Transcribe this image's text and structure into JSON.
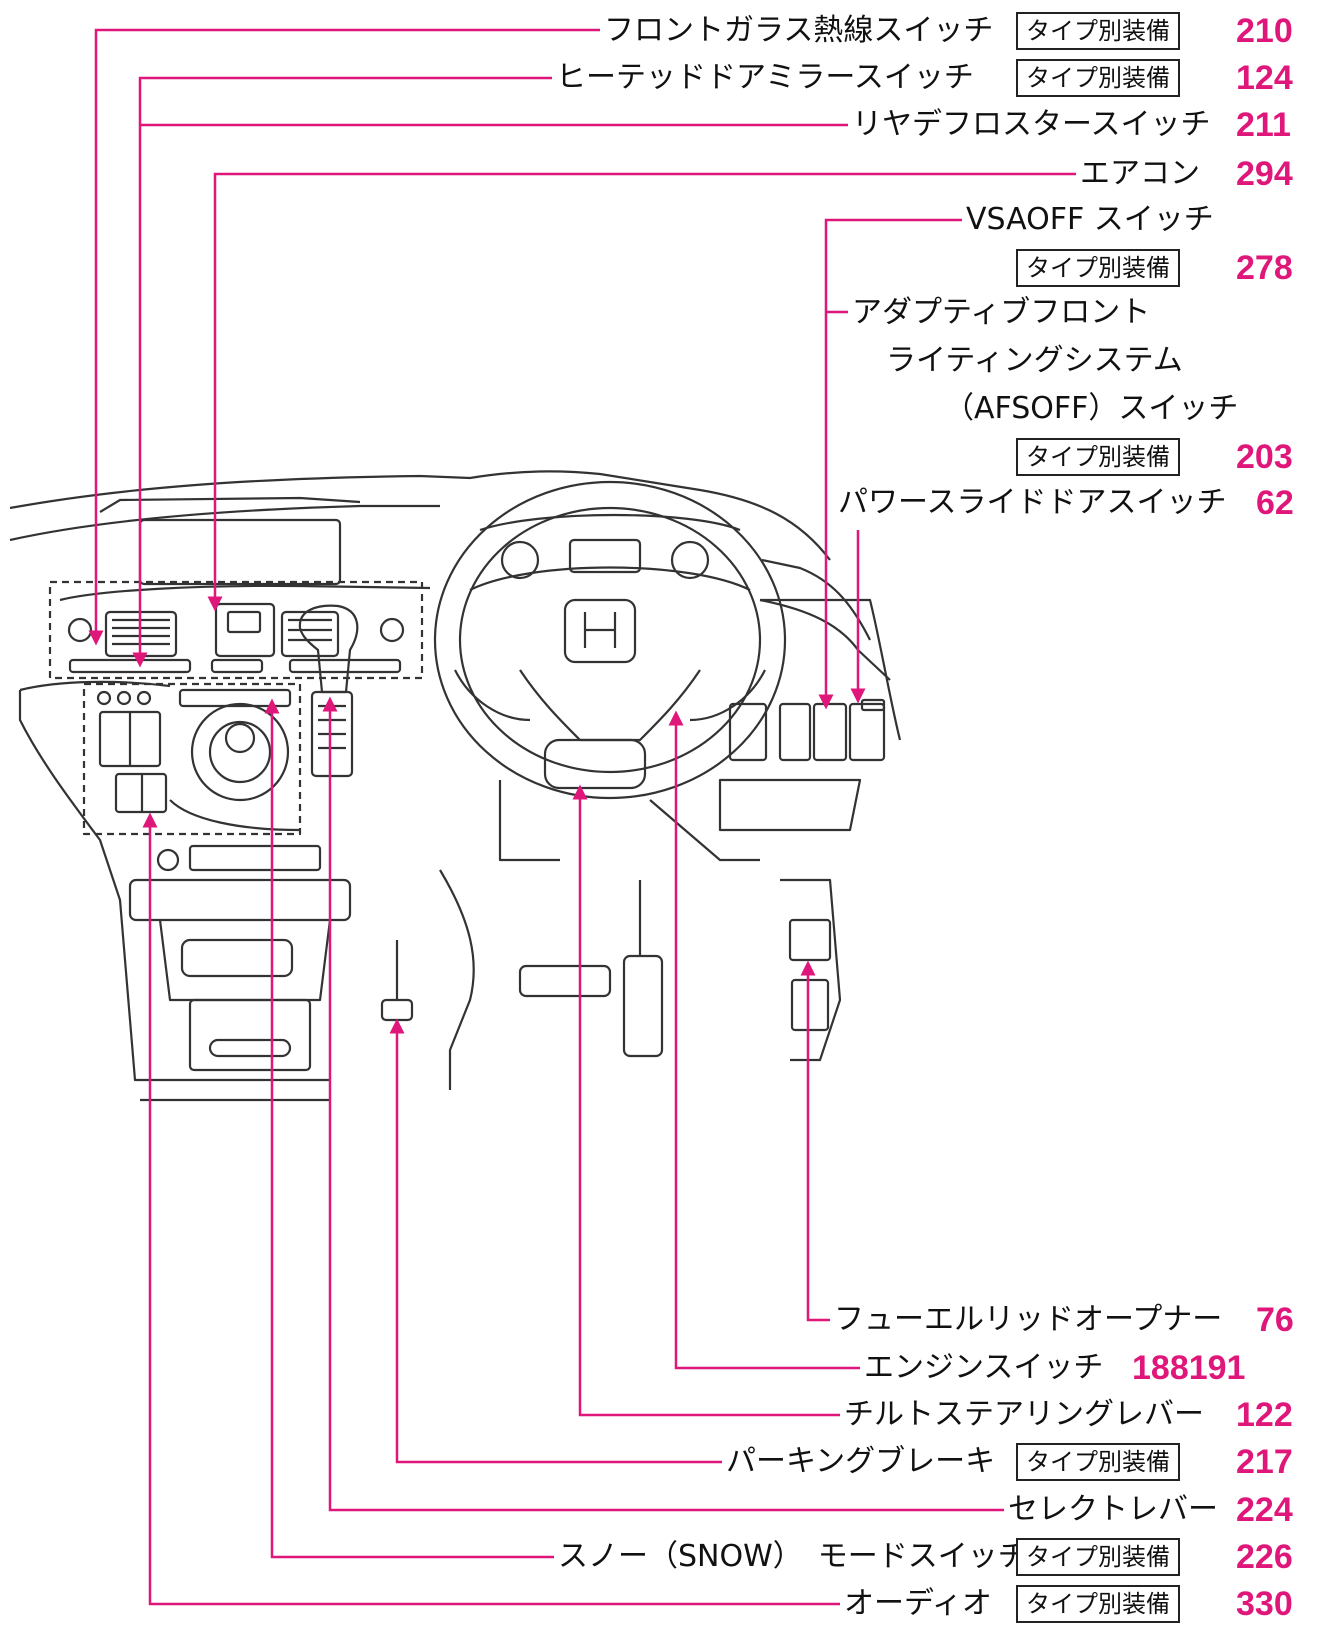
{
  "badge_text": "タイプ別装備",
  "callouts": [
    {
      "label": "フロントガラス熱線スイッチ",
      "badge": true,
      "page": "210"
    },
    {
      "label": "ヒーテッドドアミラースイッチ",
      "badge": true,
      "page": "124"
    },
    {
      "label": "リヤデフロスタースイッチ",
      "badge": false,
      "page": "211"
    },
    {
      "label": "エアコン",
      "badge": false,
      "page": "294"
    },
    {
      "label": "VSAOFF スイッチ",
      "badge": true,
      "page": "278"
    },
    {
      "label_lines": [
        "アダプティブフロント",
        "ライティングシステム",
        "（AFSOFF）スイッチ"
      ],
      "badge": true,
      "page": "203"
    },
    {
      "label": "パワースライドドアスイッチ",
      "badge": false,
      "page": "62"
    },
    {
      "label": "フューエルリッドオープナー",
      "badge": false,
      "page": "76"
    },
    {
      "label": "エンジンスイッチ",
      "badge": false,
      "page": "188191"
    },
    {
      "label": "チルトステアリングレバー",
      "badge": false,
      "page": "122"
    },
    {
      "label": "パーキングブレーキ",
      "badge": true,
      "page": "217"
    },
    {
      "label": "セレクトレバー",
      "badge": false,
      "page": "224"
    },
    {
      "label": "スノー（SNOW）　モードスイッチ",
      "badge": true,
      "page": "226"
    },
    {
      "label": "オーディオ",
      "badge": true,
      "page": "330"
    }
  ],
  "colors": {
    "leader": "#e0177a",
    "page_number": "#e0177a",
    "drawing": "#333333"
  }
}
